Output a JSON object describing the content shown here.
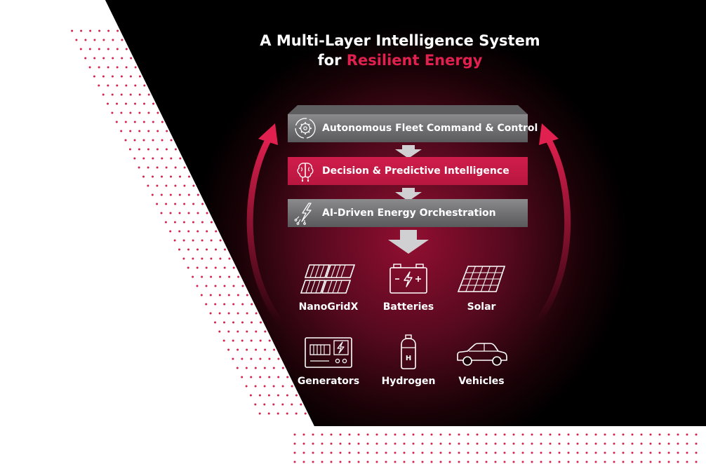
{
  "title": {
    "line1": "A Multi-Layer Intelligence System",
    "line2_prefix": "for",
    "line2_accent": "Resilient Energy"
  },
  "layers": [
    {
      "label": "Autonomous Fleet Command & Control",
      "icon": "gear-cycle-icon"
    },
    {
      "label": "Decision & Predictive Intelligence",
      "icon": "brain-icon"
    },
    {
      "label": "AI-Driven Energy Orchestration",
      "icon": "lightning-circuit-icon"
    }
  ],
  "resources": [
    {
      "label": "NanoGridX",
      "icon": "solar-panels-icon"
    },
    {
      "label": "Batteries",
      "icon": "battery-icon"
    },
    {
      "label": "Solar",
      "icon": "solar-panel-icon"
    },
    {
      "label": "Generators",
      "icon": "generator-icon"
    },
    {
      "label": "Hydrogen",
      "icon": "hydrogen-tank-icon"
    },
    {
      "label": "Vehicles",
      "icon": "car-icon"
    }
  ],
  "colors": {
    "accent": "#e0204e",
    "layer_gray": "#7a7a7d",
    "layer_red": "#c41a45",
    "background": "#000000",
    "dot": "#d3234d"
  }
}
